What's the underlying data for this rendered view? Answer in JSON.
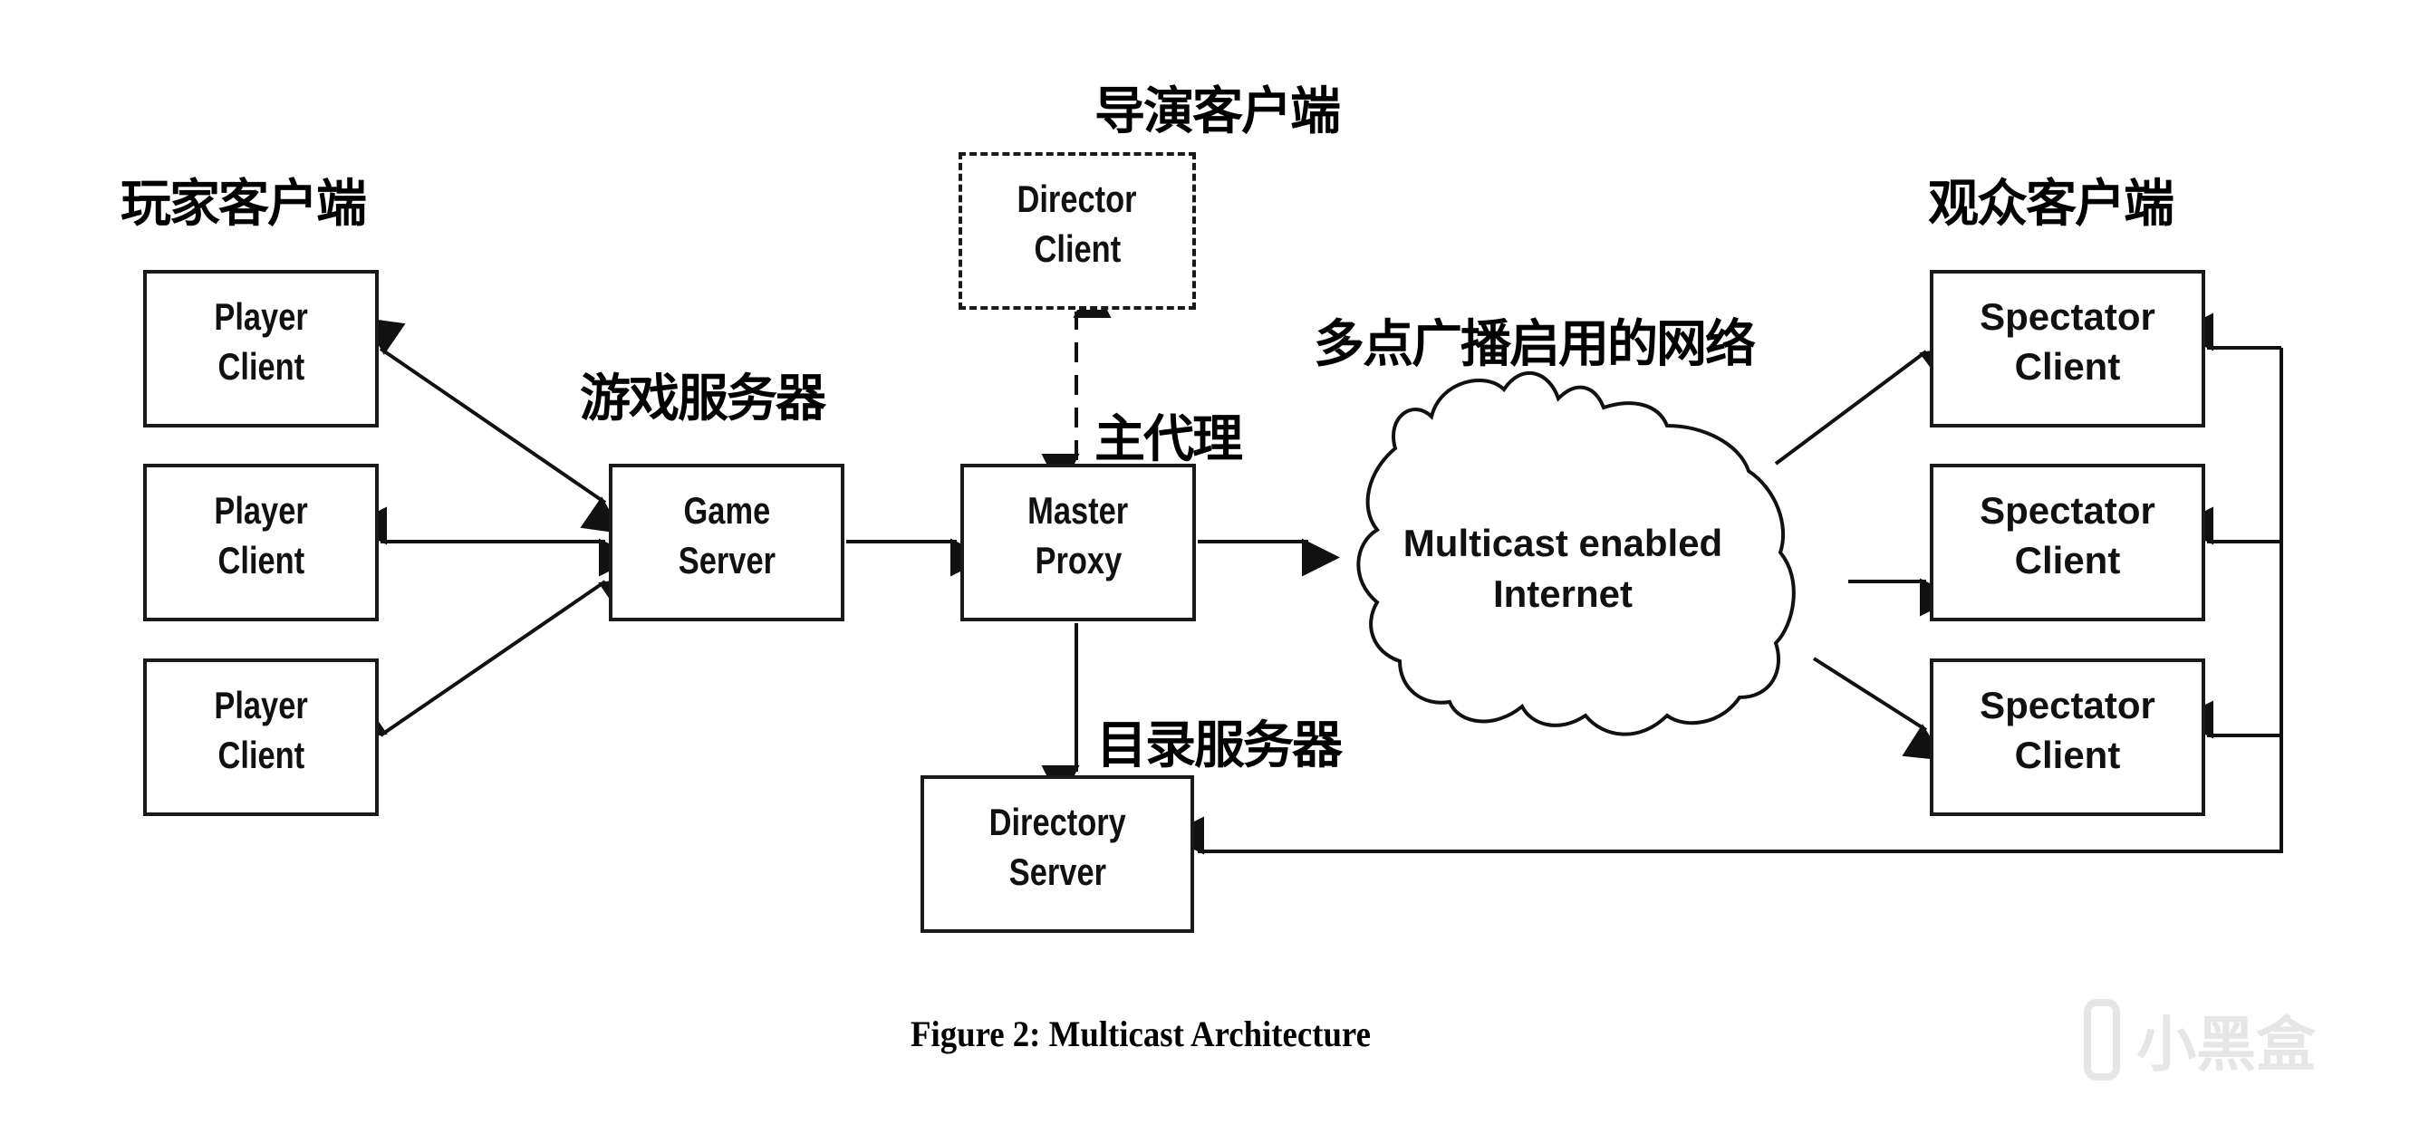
{
  "labels_cn": {
    "player_clients": "玩家客户端",
    "game_server": "游戏服务器",
    "director_client": "导演客户端",
    "master_proxy": "主代理",
    "multicast_network": "多点广播启用的网络",
    "spectator_clients": "观众客户端",
    "directory_server": "目录服务器"
  },
  "nodes": {
    "player_client_1": [
      "Player",
      "Client"
    ],
    "player_client_2": [
      "Player",
      "Client"
    ],
    "player_client_3": [
      "Player",
      "Client"
    ],
    "game_server": [
      "Game",
      "Server"
    ],
    "master_proxy": [
      "Master",
      "Proxy"
    ],
    "director_client": [
      "Director",
      "Client"
    ],
    "directory_server": [
      "Directory",
      "Server"
    ],
    "cloud": [
      "Multicast enabled",
      "Internet"
    ],
    "spectator_client_1": [
      "Spectator",
      "Client"
    ],
    "spectator_client_2": [
      "Spectator",
      "Client"
    ],
    "spectator_client_3": [
      "Spectator",
      "Client"
    ]
  },
  "edges": [
    {
      "from": "player_client_1",
      "to": "game_server",
      "type": "bidirectional"
    },
    {
      "from": "player_client_2",
      "to": "game_server",
      "type": "bidirectional"
    },
    {
      "from": "player_client_3",
      "to": "game_server",
      "type": "bidirectional"
    },
    {
      "from": "game_server",
      "to": "master_proxy",
      "type": "directed"
    },
    {
      "from": "master_proxy",
      "to": "director_client",
      "type": "bidirectional-dashed"
    },
    {
      "from": "master_proxy",
      "to": "cloud",
      "type": "directed"
    },
    {
      "from": "master_proxy",
      "to": "directory_server",
      "type": "directed"
    },
    {
      "from": "cloud",
      "to": "spectator_client_1",
      "type": "directed"
    },
    {
      "from": "cloud",
      "to": "spectator_client_2",
      "type": "directed"
    },
    {
      "from": "cloud",
      "to": "spectator_client_3",
      "type": "directed"
    },
    {
      "from": "directory_server",
      "to": "spectator_clients",
      "type": "feedback-bus"
    }
  ],
  "caption": "Figure 2: Multicast Architecture",
  "watermark": "小黑盒",
  "colors": {
    "stroke": "#1a1a1a",
    "background": "#ffffff",
    "watermark": "#e6e6e6"
  }
}
